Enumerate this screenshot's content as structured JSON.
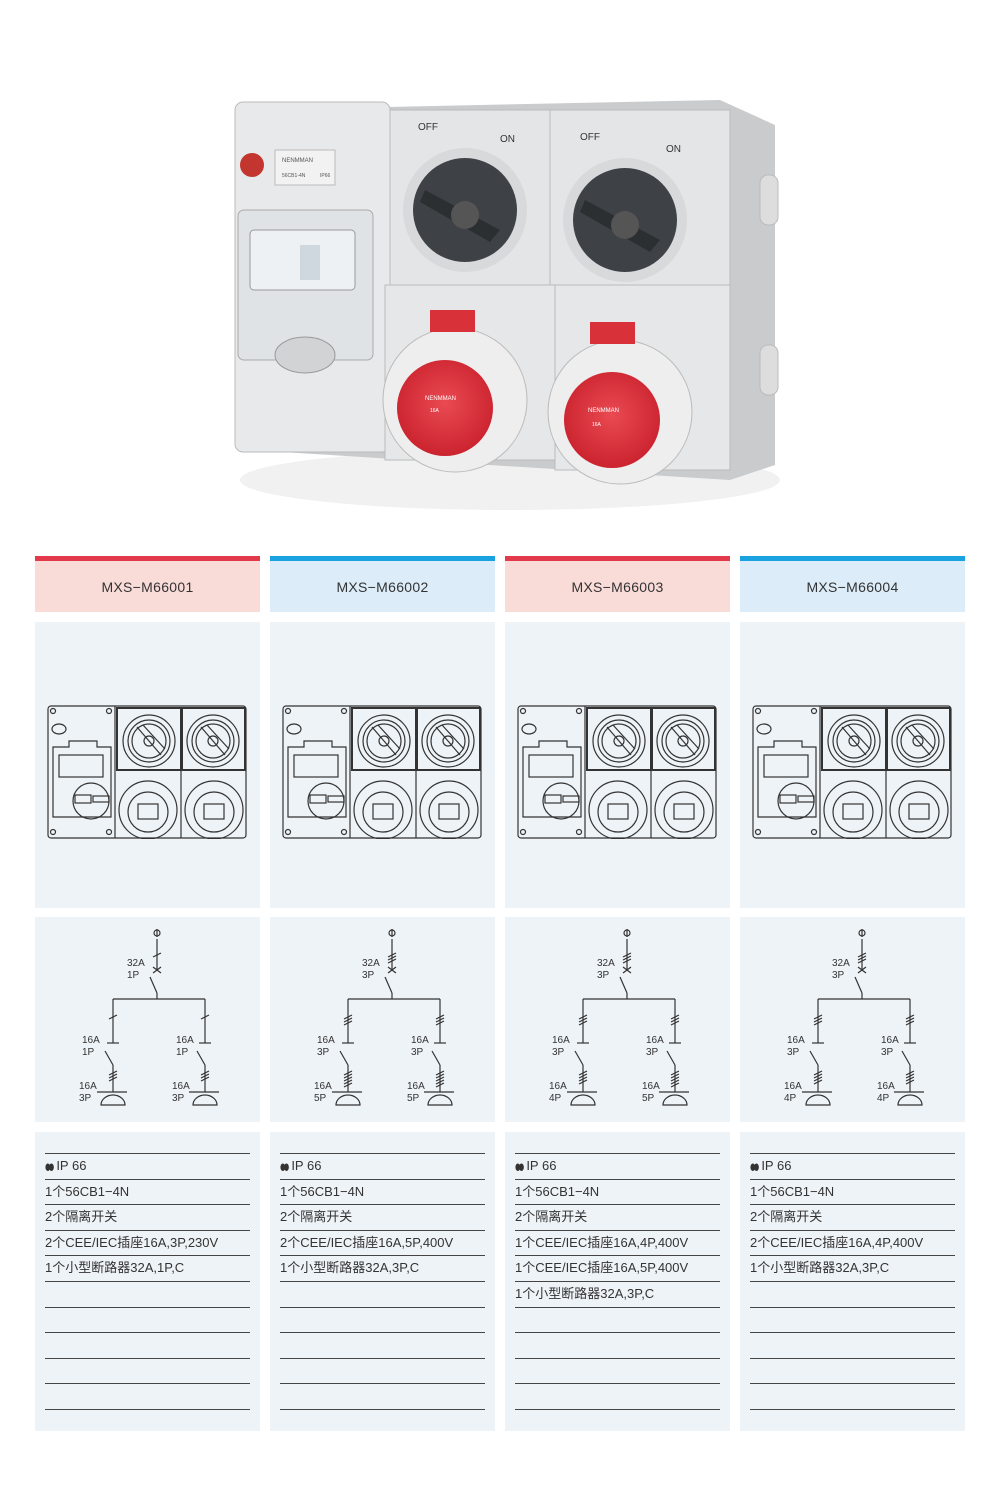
{
  "product_image": {
    "brand": "NENMMAN",
    "breaker_label": "56CB1-4N",
    "ip_label": "IP66",
    "off_label": "OFF",
    "on_label": "ON",
    "socket_rating": "16A"
  },
  "colors": {
    "red_strip": "#e23a4a",
    "red_header": "#f9dcd8",
    "blue_strip": "#19a2df",
    "blue_header": "#dcedf9",
    "panel": "#eef3f8"
  },
  "columns": [
    {
      "model": "MXS−M66001",
      "theme": "red",
      "schematic": {
        "main": [
          "32A",
          "1P"
        ],
        "branch_left": [
          "16A",
          "1P"
        ],
        "branch_right": [
          "16A",
          "1P"
        ],
        "socket_left": [
          "16A",
          "3P"
        ],
        "socket_right": [
          "16A",
          "3P"
        ]
      },
      "specs": [
        "IP 66",
        "1个56CB1−4N",
        "2个隔离开关",
        "2个CEE/IEC插座16A,3P,230V",
        "1个小型断路器32A,1P,C",
        "",
        "",
        "",
        "",
        ""
      ]
    },
    {
      "model": "MXS−M66002",
      "theme": "blue",
      "schematic": {
        "main": [
          "32A",
          "3P"
        ],
        "branch_left": [
          "16A",
          "3P"
        ],
        "branch_right": [
          "16A",
          "3P"
        ],
        "socket_left": [
          "16A",
          "5P"
        ],
        "socket_right": [
          "16A",
          "5P"
        ]
      },
      "specs": [
        "IP 66",
        "1个56CB1−4N",
        "2个隔离开关",
        "2个CEE/IEC插座16A,5P,400V",
        "1个小型断路器32A,3P,C",
        "",
        "",
        "",
        "",
        ""
      ]
    },
    {
      "model": "MXS−M66003",
      "theme": "red",
      "schematic": {
        "main": [
          "32A",
          "3P"
        ],
        "branch_left": [
          "16A",
          "3P"
        ],
        "branch_right": [
          "16A",
          "3P"
        ],
        "socket_left": [
          "16A",
          "4P"
        ],
        "socket_right": [
          "16A",
          "5P"
        ]
      },
      "specs": [
        "IP 66",
        "1个56CB1−4N",
        "2个隔离开关",
        "1个CEE/IEC插座16A,4P,400V",
        "1个CEE/IEC插座16A,5P,400V",
        "1个小型断路器32A,3P,C",
        "",
        "",
        "",
        ""
      ]
    },
    {
      "model": "MXS−M66004",
      "theme": "blue",
      "schematic": {
        "main": [
          "32A",
          "3P"
        ],
        "branch_left": [
          "16A",
          "3P"
        ],
        "branch_right": [
          "16A",
          "3P"
        ],
        "socket_left": [
          "16A",
          "4P"
        ],
        "socket_right": [
          "16A",
          "4P"
        ]
      },
      "specs": [
        "IP 66",
        "1个56CB1−4N",
        "2个隔离开关",
        "2个CEE/IEC插座16A,4P,400V",
        "1个小型断路器32A,3P,C",
        "",
        "",
        "",
        "",
        ""
      ]
    }
  ]
}
